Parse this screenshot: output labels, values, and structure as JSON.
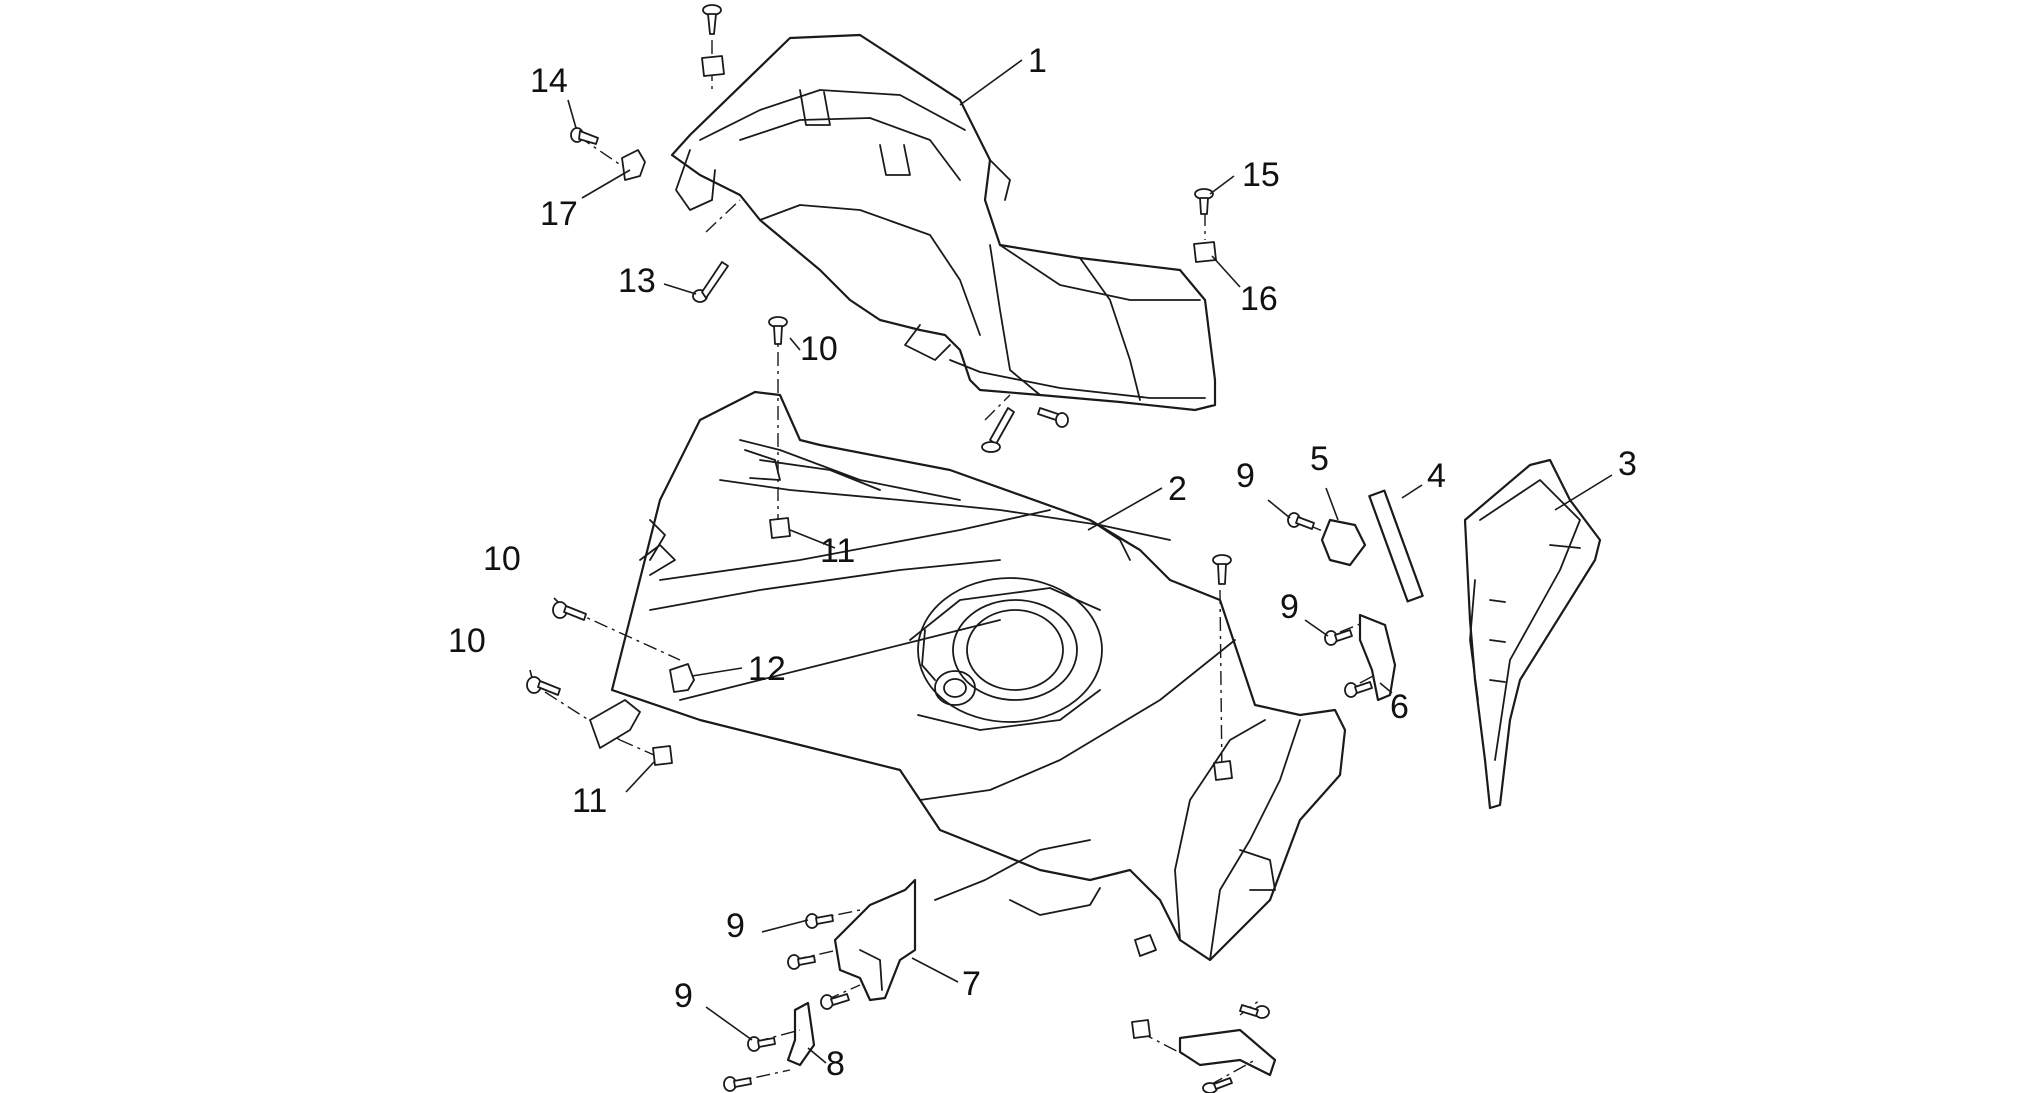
{
  "callouts": [
    {
      "id": "c1",
      "label": "1"
    },
    {
      "id": "c2",
      "label": "2"
    },
    {
      "id": "c3",
      "label": "3"
    },
    {
      "id": "c4",
      "label": "4"
    },
    {
      "id": "c5",
      "label": "5"
    },
    {
      "id": "c6",
      "label": "6"
    },
    {
      "id": "c7",
      "label": "7"
    },
    {
      "id": "c8",
      "label": "8"
    },
    {
      "id": "c9a",
      "label": "9"
    },
    {
      "id": "c9b",
      "label": "9"
    },
    {
      "id": "c9c",
      "label": "9"
    },
    {
      "id": "c9d",
      "label": "9"
    },
    {
      "id": "c10a",
      "label": "10"
    },
    {
      "id": "c10b",
      "label": "10"
    },
    {
      "id": "c10c",
      "label": "10"
    },
    {
      "id": "c11a",
      "label": "11"
    },
    {
      "id": "c11b",
      "label": "11"
    },
    {
      "id": "c12",
      "label": "12"
    },
    {
      "id": "c13",
      "label": "13"
    },
    {
      "id": "c14",
      "label": "14"
    },
    {
      "id": "c15",
      "label": "15"
    },
    {
      "id": "c16",
      "label": "16"
    },
    {
      "id": "c17",
      "label": "17"
    }
  ]
}
